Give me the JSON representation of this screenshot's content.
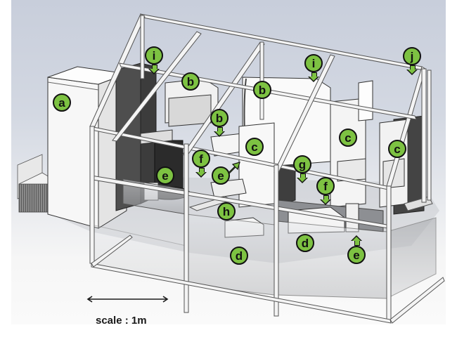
{
  "figure": {
    "description": "3D CAD rendering of an automated laboratory workcell inside an aluminium frame enclosure",
    "background_top": "#c8cedb",
    "background_bottom": "#fafafa",
    "label_fill": "#7dc242",
    "label_stroke": "#111111"
  },
  "labels": [
    {
      "id": "a",
      "text": "a",
      "arrow": "none"
    },
    {
      "id": "b1",
      "text": "b",
      "arrow": "none"
    },
    {
      "id": "b2",
      "text": "b",
      "arrow": "down"
    },
    {
      "id": "b3",
      "text": "b",
      "arrow": "none"
    },
    {
      "id": "c1",
      "text": "c",
      "arrow": "none"
    },
    {
      "id": "c2",
      "text": "c",
      "arrow": "none"
    },
    {
      "id": "c3",
      "text": "c",
      "arrow": "none"
    },
    {
      "id": "d1",
      "text": "d",
      "arrow": "none"
    },
    {
      "id": "d2",
      "text": "d",
      "arrow": "none"
    },
    {
      "id": "e1",
      "text": "e",
      "arrow": "none"
    },
    {
      "id": "e2",
      "text": "e",
      "arrow": "diagonal"
    },
    {
      "id": "e3",
      "text": "e",
      "arrow": "up"
    },
    {
      "id": "f1",
      "text": "f",
      "arrow": "down"
    },
    {
      "id": "f2",
      "text": "f",
      "arrow": "down"
    },
    {
      "id": "g",
      "text": "g",
      "arrow": "down"
    },
    {
      "id": "h",
      "text": "h",
      "arrow": "none"
    },
    {
      "id": "i1",
      "text": "i",
      "arrow": "down"
    },
    {
      "id": "i2",
      "text": "i",
      "arrow": "down"
    },
    {
      "id": "j",
      "text": "j",
      "arrow": "down"
    }
  ],
  "scale_bar": {
    "text": "scale : 1m"
  }
}
